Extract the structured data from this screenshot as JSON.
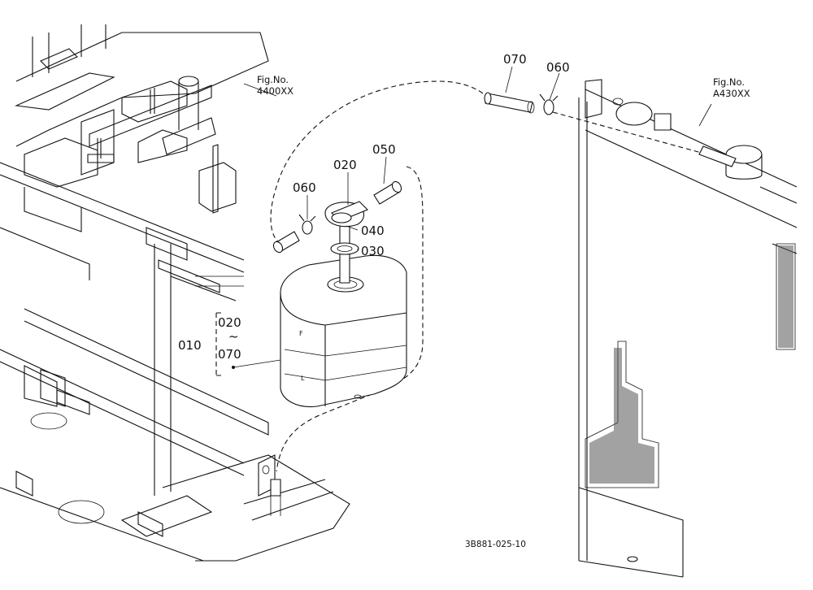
{
  "references": [
    {
      "id": "ref-4400",
      "line1": "Fig.No.",
      "line2": "4400XX"
    },
    {
      "id": "ref-a430",
      "line1": "Fig.No.",
      "line2": "A430XX"
    }
  ],
  "parts": [
    {
      "id": "part-070-hose",
      "number": "070"
    },
    {
      "id": "part-060-clip-top",
      "number": "060"
    },
    {
      "id": "part-050-hose",
      "number": "050"
    },
    {
      "id": "part-020-cap",
      "number": "020"
    },
    {
      "id": "part-060-clip-left",
      "number": "060"
    },
    {
      "id": "part-040-pipe",
      "number": "040"
    },
    {
      "id": "part-030-packing",
      "number": "030"
    }
  ],
  "assembly": {
    "number": "010",
    "range_from": "020",
    "range_sep": "~",
    "range_to": "070"
  },
  "drawing_code": "3B881-025-10"
}
